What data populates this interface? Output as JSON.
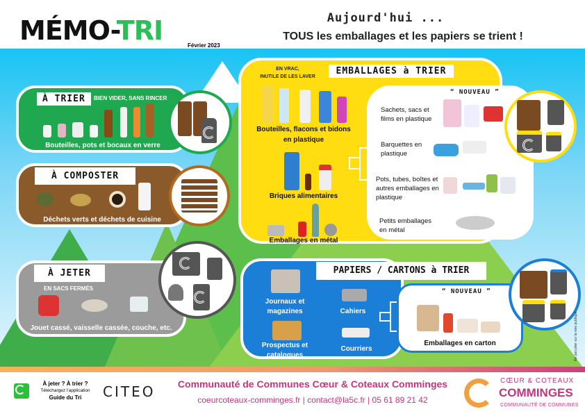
{
  "header": {
    "logo_main": "MÉMO-",
    "logo_accent": "TRI",
    "date": "Février 2023",
    "tagline_1": "Aujourd'hui ...",
    "tagline_2": "TOUS les emballages et les papiers se trient !"
  },
  "glass": {
    "title": "À TRIER",
    "note": "BIEN VIDER, SANS RINCER",
    "caption": "Bouteilles, pots et bocaux en verre",
    "color": "#1fa84f"
  },
  "compost": {
    "title": "À COMPOSTER",
    "caption": "Déchets verts et déchets de cuisine",
    "color": "#8b5a2b"
  },
  "trash": {
    "title": "À JETER",
    "note": "EN SACS FERMÉS",
    "caption": "Jouet cassé, vaisselle cassée, couche, etc.",
    "color": "#9b9b9b"
  },
  "packaging": {
    "title": "EMBALLAGES à TRIER",
    "note_1": "EN VRAC,",
    "note_2": "INUTILE DE LES LAVER",
    "items": [
      "Bouteilles, flacons et bidons en plastique",
      "Briques alimentaires",
      "Emballages en métal"
    ],
    "new_label": "NOUVEAU",
    "new_items": [
      "Sachets, sacs et films en plastique",
      "Barquettes en plastique",
      "Pots, tubes, boîtes et autres emballages en plastique",
      "Petits emballages en métal"
    ],
    "color": "#ffdd11"
  },
  "paper": {
    "title": "PAPIERS / CARTONS à TRIER",
    "items": [
      "Journaux et magazines",
      "Cahiers",
      "Prospectus et catalogues",
      "Courriers"
    ],
    "new_label": "NOUVEAU",
    "new_item": "Emballages en carton",
    "color": "#1b7fd8"
  },
  "side_note": "Ne pas jeter sur la voie publique",
  "footer": {
    "app_q": "À jeter ? À trier ?",
    "app_dl": "Téléchargez l'application",
    "app_name": "Guide du Tri",
    "citeo": "CITEO",
    "org": "Communauté de Communes Cœur & Coteaux Comminges",
    "contact": "coeurcoteaux-comminges.fr | contact@la5c.fr | 05 61 89 21 42",
    "brand_1": "CŒUR & COTEAUX",
    "brand_2": "COMMINGES",
    "brand_3": "COMMUNAUTÉ DE COMMUNES"
  }
}
